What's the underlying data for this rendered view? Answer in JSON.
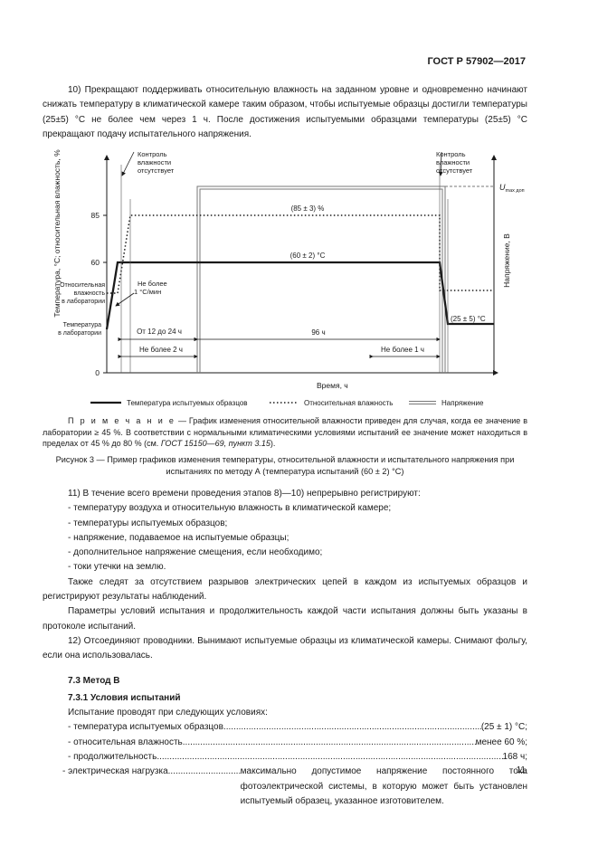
{
  "header": {
    "standard": "ГОСТ Р 57902—2017"
  },
  "intro_paragraph": "10) Прекращают поддерживать относительную влажность на заданном уровне и одновременно начинают снижать температуру в климатической камере таким образом, чтобы испытуемые образцы достигли температуры (25±5) °С не более чем через 1 ч. После достижения испытуемыми образцами температуры (25±5) °С прекращают подачу испытательного напряжения.",
  "figure": {
    "y_axis_left_label": "Температура, °С; относительная влажность, %",
    "y_axis_right_label": "Напряжение, В",
    "x_axis_label": "Время, ч",
    "y_ticks": [
      "85",
      "60",
      "0"
    ],
    "u_label_main": "U",
    "u_label_sub": "max доп",
    "labels": {
      "control_left": [
        "Контроль",
        "влажности",
        "отсутствует"
      ],
      "control_right": [
        "Контроль",
        "влажности",
        "отсутствует"
      ],
      "humidity_setpoint": "(85 ± 3) %",
      "temp_setpoint": "(60 ± 2) °С",
      "rate": [
        "Не более",
        "1 °С/мин"
      ],
      "lab_humidity": [
        "Относительная",
        "влажность",
        "в лаборатории"
      ],
      "lab_temp": [
        "Температура",
        "в лаборатории"
      ],
      "final_temp": "(25 ± 5) °С",
      "span_12_24": "От 12 до 24 ч",
      "span_96": "96 ч",
      "span_2h": "Не более 2 ч",
      "span_1h": "Не более 1 ч"
    },
    "legend": [
      "Температура испытуемых образцов",
      "Относительная влажность",
      "Напряжение"
    ]
  },
  "note": {
    "lead": "П р и м е ч а н и е",
    "text": " — График изменения относительной влажности приведен для случая, когда ее значение в лаборатории ≥ 45 %. В соответствии с нормальными климатическими условиями испытаний ее значение может находиться в пределах от 45 % до 80 % (см. ",
    "ref": "ГОСТ 15150—69, пункт 3.15",
    "tail": ")."
  },
  "caption": "Рисунок 3 — Пример графиков изменения температуры, относительной влажности и испытательного напряжения при испытаниях по методу А (температура испытаний (60 ± 2) °С)",
  "body": {
    "p11": "11) В течение всего времени проведения этапов 8)—10) непрерывно регистрируют:",
    "list": [
      "- температуру воздуха и относительную влажность в климатической камере;",
      "- температуры испытуемых образцов;",
      "- напряжение, подаваемое на испытуемые образцы;",
      "- дополнительное напряжение смещения, если необходимо;",
      "- токи утечки на землю."
    ],
    "p_circuits": "Также следят за отсутствием разрывов электрических цепей в каждом из испытуемых образцов и регистрируют результаты наблюдений.",
    "p_params": "Параметры условий испытания и продолжительность каждой части испытания должны быть указаны в протоколе испытаний.",
    "p12": "12) Отсоединяют проводники. Вынимают испытуемые образцы из климатической камеры. Снимают фольгу, если она использовалась.",
    "section_title": "7.3 Метод B",
    "subsection_title": "7.3.1  Условия испытаний",
    "conditions_intro": "Испытание проводят при следующих условиях:",
    "conditions": [
      {
        "label": "- температура испытуемых образцов",
        "value": "(25 ± 1) °С;"
      },
      {
        "label": "- относительная влажность ",
        "value": "менее 60 %;"
      },
      {
        "label": "- продолжительность ",
        "value": "168 ч;"
      }
    ],
    "load_label": "- электрическая нагрузка",
    "load_value": "максимально допустимое напряжение постоянного тока фотоэлектрической системы, в которую может быть установлен испытуемый образец, указанное изготовителем."
  },
  "page_number": "11"
}
